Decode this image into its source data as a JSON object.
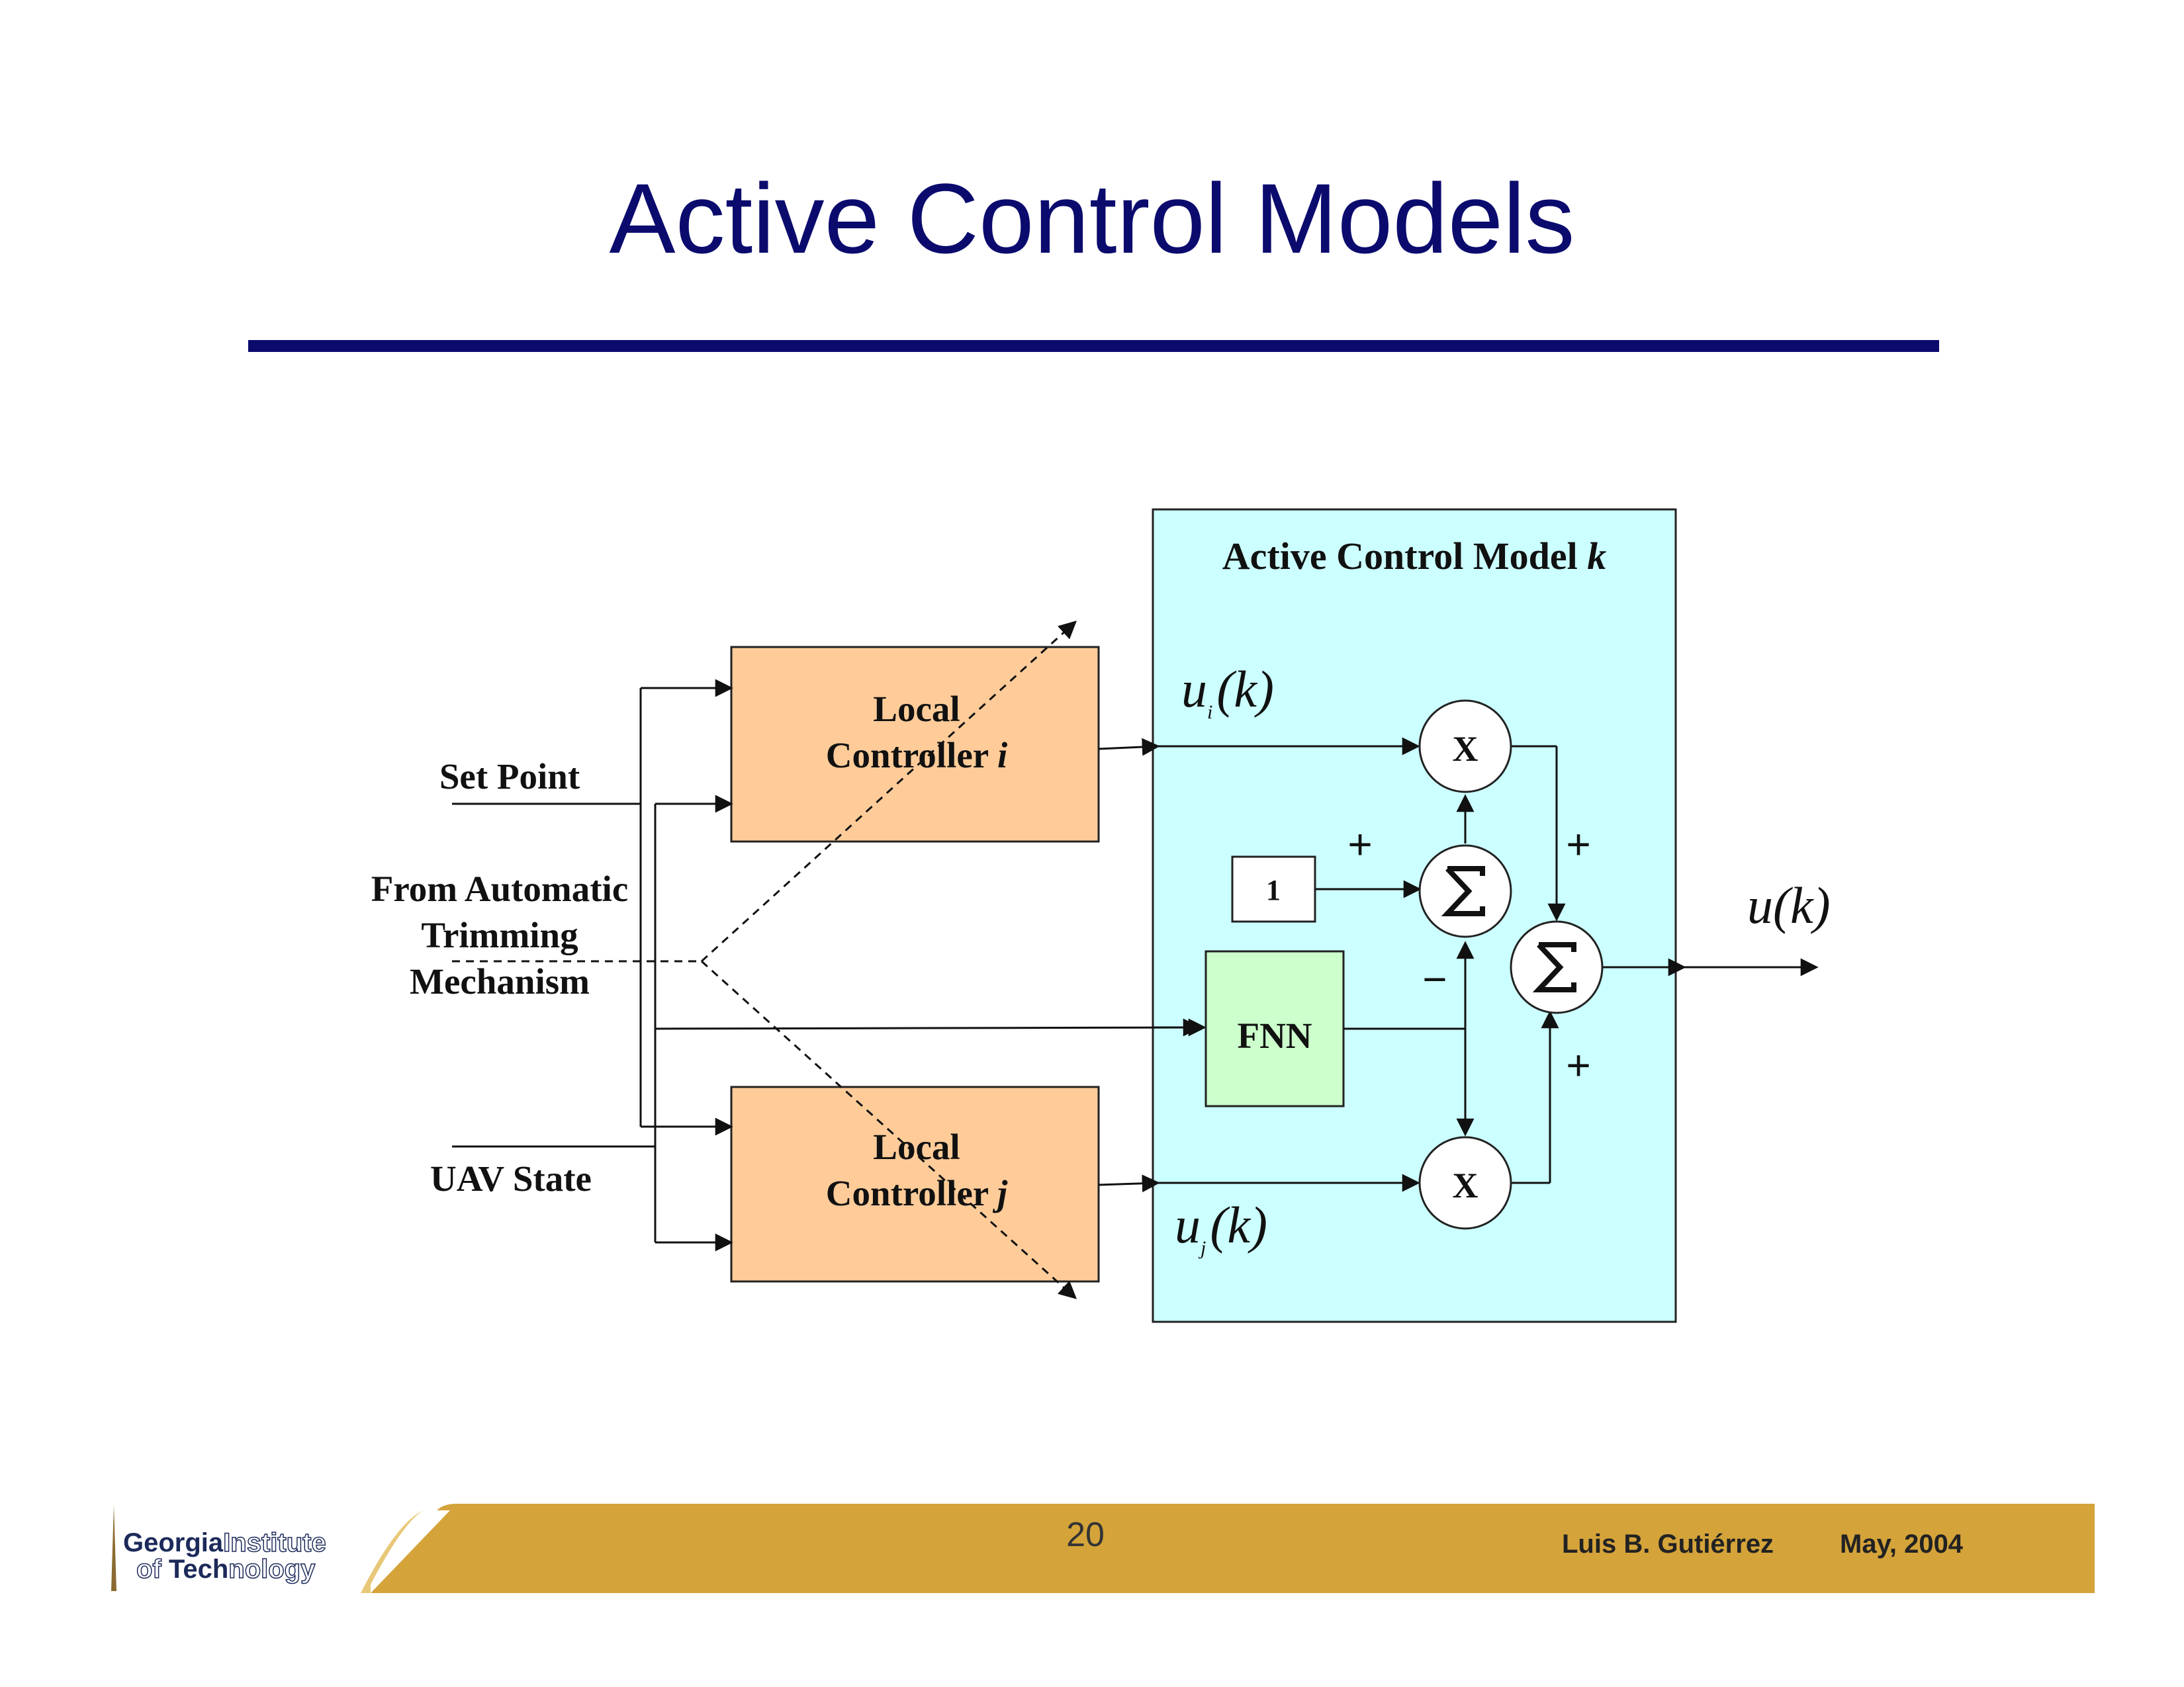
{
  "slide": {
    "title": "Active Control Models",
    "page_number": "20",
    "author": "Luis B. Gutiérrez",
    "date": "May, 2004"
  },
  "logo": {
    "word1a": "Georgia",
    "word1b": "Institute",
    "word2a": "of ",
    "word2b": "Tech",
    "word2c": "nology"
  },
  "diagram": {
    "inputs": {
      "set_point": "Set Point",
      "auto_trim_line1": "From Automatic",
      "auto_trim_line2": "Trimming",
      "auto_trim_line3": "Mechanism",
      "uav_state": "UAV State"
    },
    "controller_i": {
      "line1": "Local",
      "line2": "Controller ",
      "index": "i"
    },
    "controller_j": {
      "line1": "Local",
      "line2": "Controller ",
      "index": "j"
    },
    "acm": {
      "label": "Active Control Model ",
      "index": "k"
    },
    "signals": {
      "ui_base": "u",
      "ui_sub": "i",
      "ui_arg": "(k)",
      "uj_base": "u",
      "uj_sub": "j",
      "uj_arg": "(k)",
      "out_base": "u",
      "out_arg": "(k)"
    },
    "blocks": {
      "const": "1",
      "fnn": "FNN",
      "mult_top": "X",
      "mult_bottom": "X"
    },
    "signs": {
      "sum1_plus": "+",
      "sum1_minus": "−",
      "sum2_plus_top": "+",
      "sum2_plus_bottom": "+"
    }
  },
  "colors": {
    "title": "#0b0b6e",
    "acm_fill": "#ccffff",
    "controller_fill": "#ffcc99",
    "fnn_fill": "#ccffcc",
    "footer_gold": "#d4a33a"
  }
}
